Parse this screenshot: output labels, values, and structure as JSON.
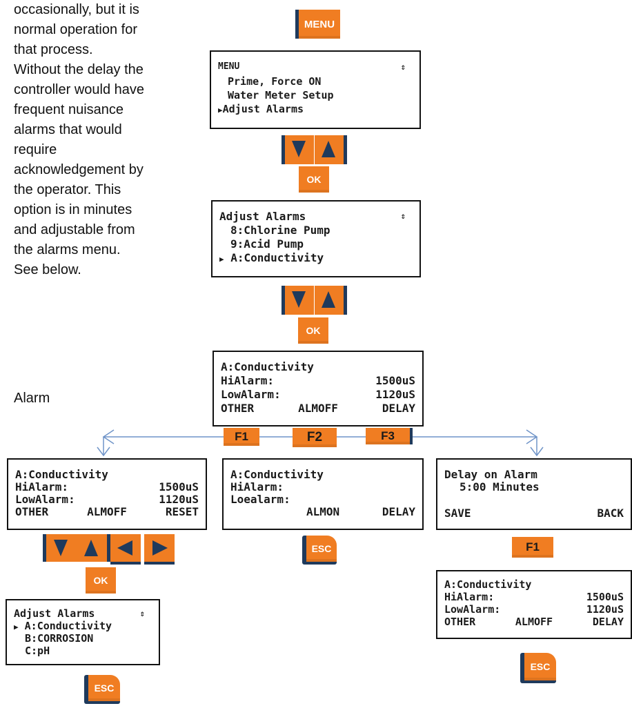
{
  "intro": {
    "lines": [
      "occasionally, but it is",
      "normal operation for",
      "that process.",
      "Without the delay the",
      "controller would have",
      "frequent nuisance",
      "alarms that would",
      "require",
      "acknowledgement by",
      "the operator. This",
      "option is in minutes",
      "and adjustable from",
      "the alarms menu.",
      "See below."
    ],
    "alarm_label": "Alarm"
  },
  "buttons": {
    "menu": "MENU",
    "ok": "OK",
    "esc": "ESC",
    "f1": "F1",
    "f2": "F2",
    "f3": "F3"
  },
  "screen_menu": {
    "title": "MENU",
    "items": [
      "Prime, Force ON",
      "Water Meter Setup",
      "Adjust Alarms"
    ],
    "selected": 2
  },
  "screen_adjust": {
    "title": "Adjust Alarms",
    "items": [
      "8:Chlorine Pump",
      "9:Acid Pump",
      "A:Conductivity"
    ],
    "selected": 2
  },
  "screen_cond": {
    "title": "A:Conductivity",
    "hi_label": "HiAlarm:",
    "hi_value": "1500uS",
    "low_label": "LowAlarm:",
    "low_value": "1120uS",
    "softkeys": [
      "OTHER",
      "ALMOFF",
      "DELAY"
    ]
  },
  "screen_left": {
    "title": "A:Conductivity",
    "hi_label": "HiAlarm:",
    "hi_value": "1500uS",
    "low_label": "LowAlarm:",
    "low_value": "1120uS",
    "softkeys": [
      "OTHER",
      "ALMOFF",
      "RESET"
    ]
  },
  "screen_mid": {
    "title": "A:Conductivity",
    "hi_label": "HiAlarm:",
    "low_label": "Loealarm:",
    "softkeys": [
      "ALMON",
      "DELAY"
    ]
  },
  "screen_delay": {
    "title": "Delay on Alarm",
    "value": "5:00 Minutes",
    "softkeys": [
      "SAVE",
      "BACK"
    ]
  },
  "screen_list": {
    "title": "Adjust Alarms",
    "items": [
      "A:Conductivity",
      "B:CORROSION",
      "C:pH"
    ],
    "selected": 0
  },
  "screen_cond2": {
    "title": "A:Conductivity",
    "hi_label": "HiAlarm:",
    "hi_value": "1500uS",
    "low_label": "LowAlarm:",
    "low_value": "1120uS",
    "softkeys": [
      "OTHER",
      "ALMOFF",
      "DELAY"
    ]
  },
  "symbols": {
    "select": "▶",
    "updown": "⇕"
  },
  "colors": {
    "button": "#f07d22",
    "button_dark": "#1f3a5c",
    "arrow": "#6f94c8"
  }
}
